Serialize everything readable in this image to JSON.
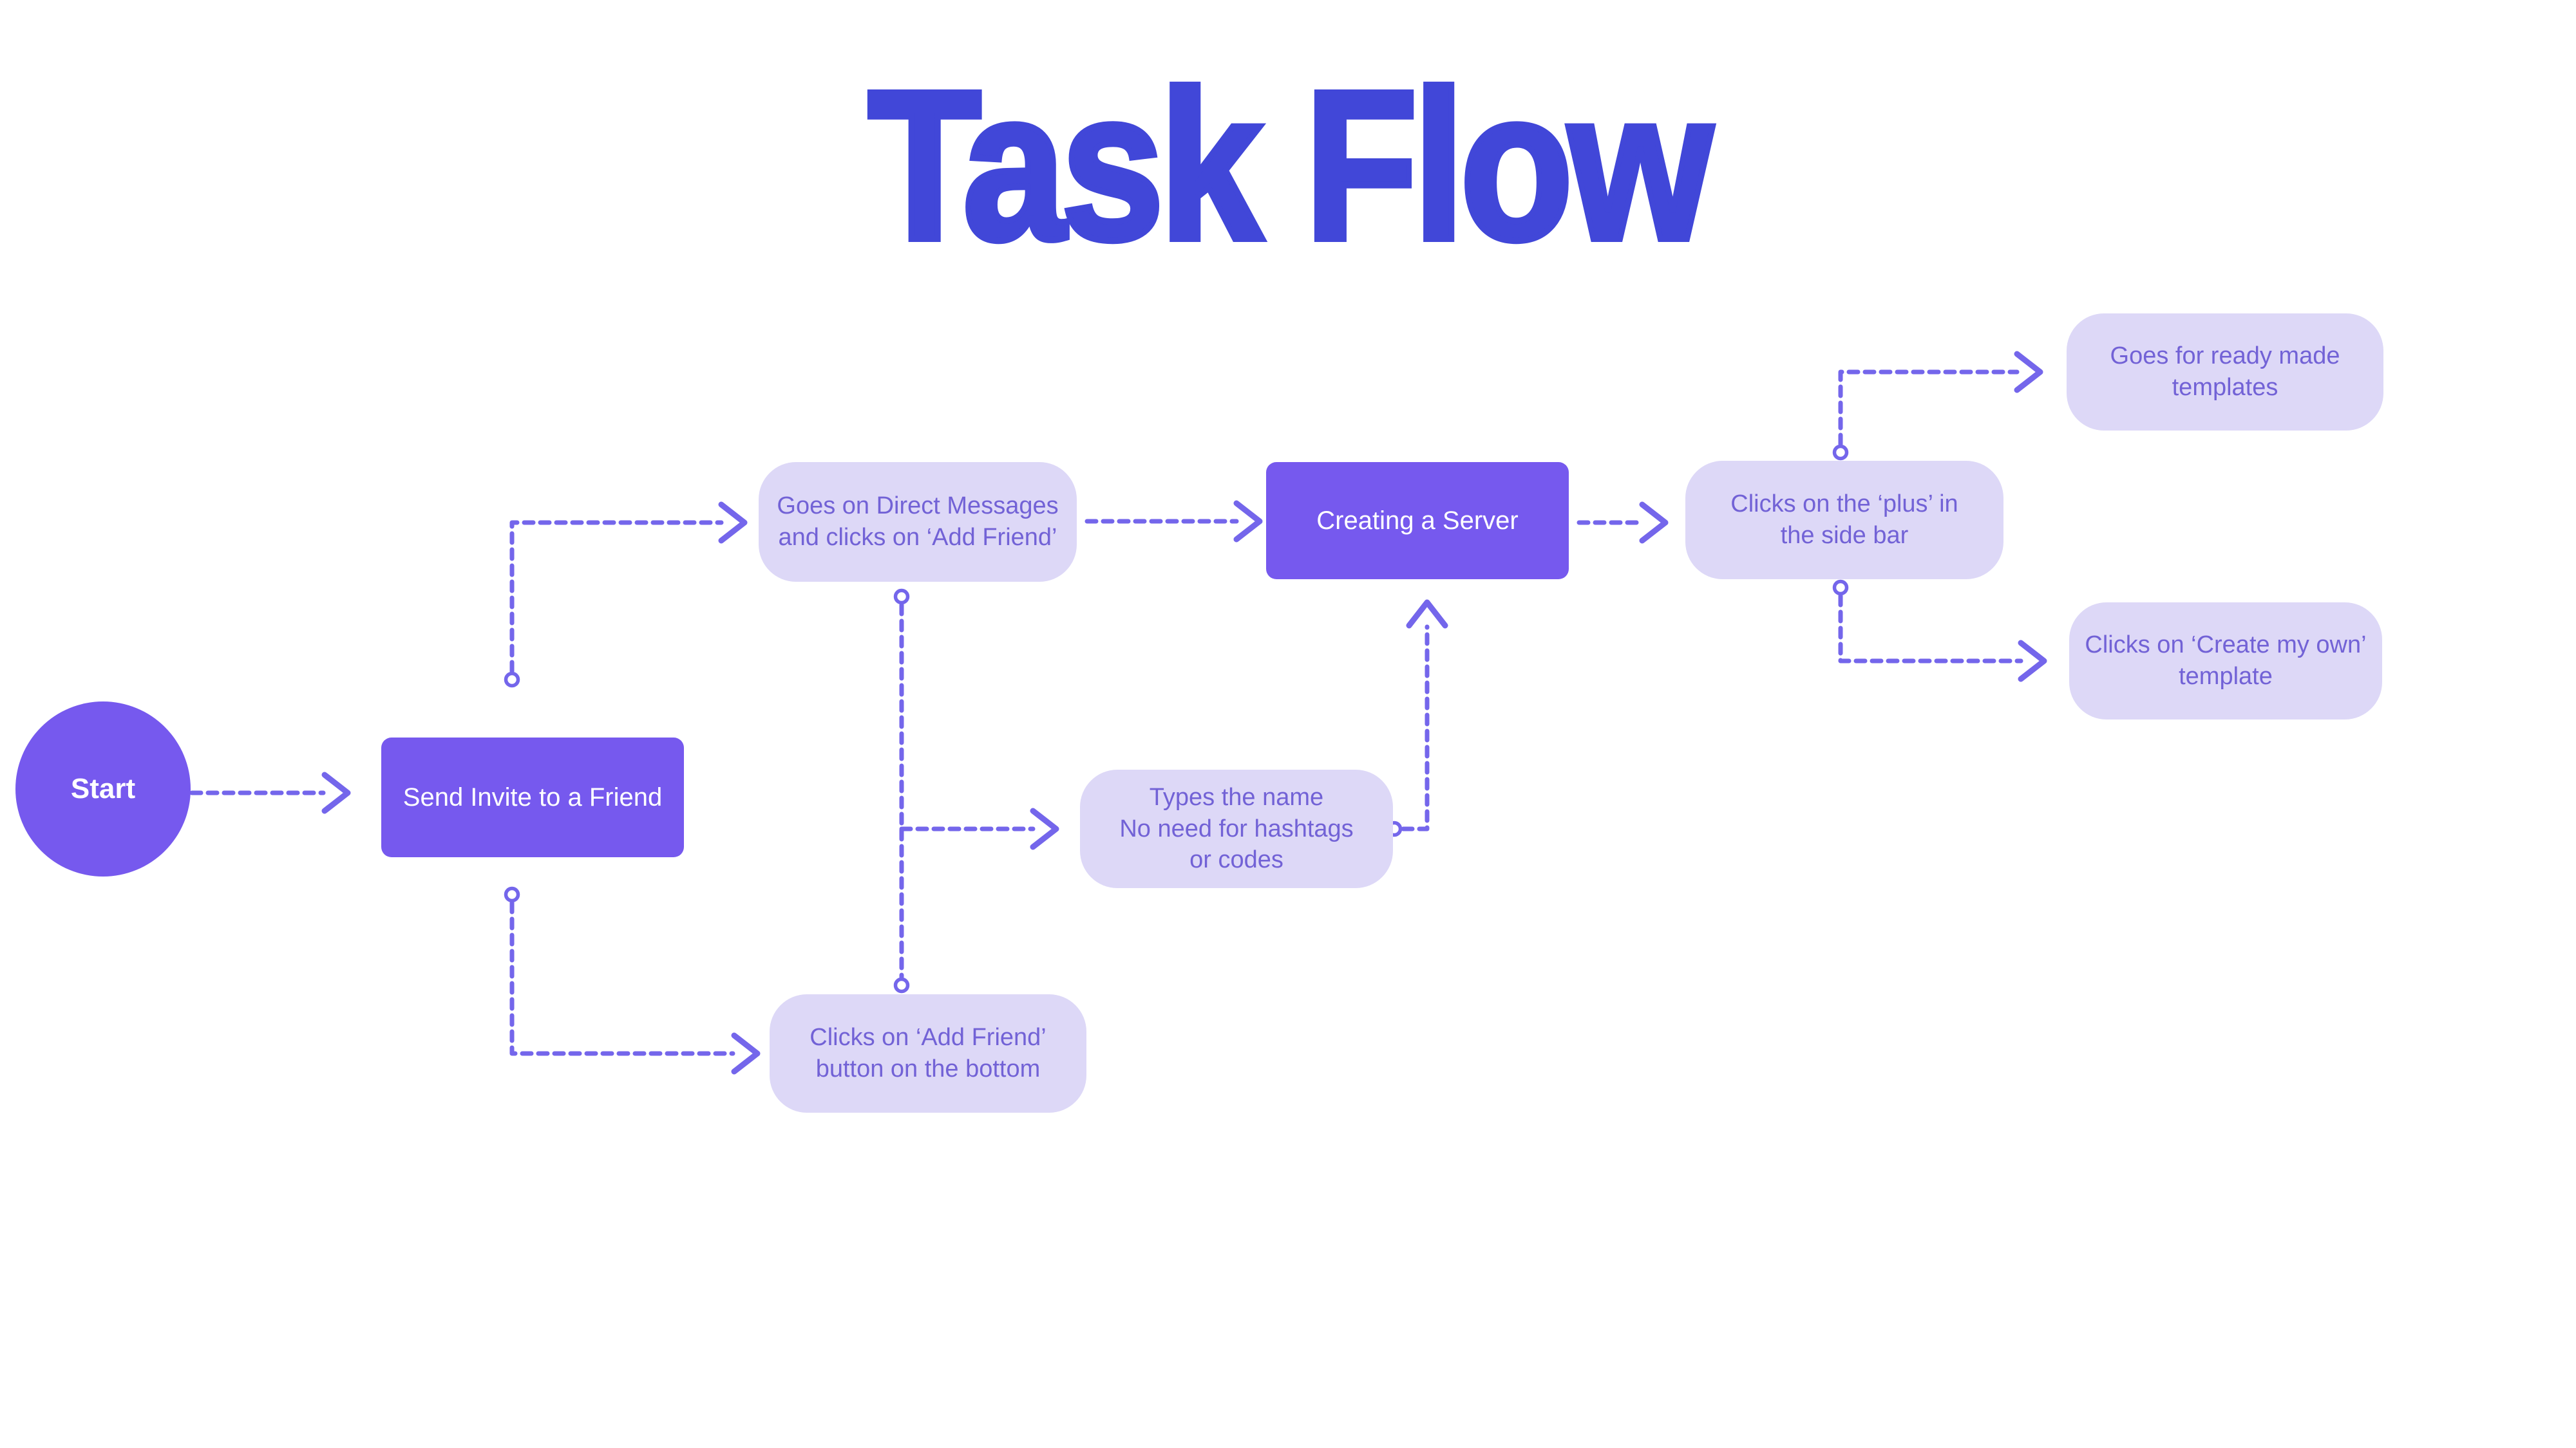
{
  "title": "Task Flow",
  "colors": {
    "canvas_bg": "#ffffff",
    "title_color": "#4147d8",
    "node_fill": "#7659ee",
    "node_fill_text": "#ffffff",
    "node_light": "#ddd8f7",
    "node_light_text": "#7262d6",
    "connector": "#7466eb"
  },
  "nodes": {
    "start": {
      "label": "Start",
      "style": "filled-circle"
    },
    "send_invite": {
      "label": "Send Invite to a Friend",
      "style": "filled"
    },
    "goes_dm": {
      "label": "Goes on Direct Messages\nand clicks on ‘Add Friend’",
      "style": "light"
    },
    "creating_server": {
      "label": "Creating a Server",
      "style": "filled"
    },
    "clicks_plus": {
      "label": "Clicks on the ‘plus’ in\nthe side bar",
      "style": "light"
    },
    "ready_templates": {
      "label": "Goes for ready made\ntemplates",
      "style": "light"
    },
    "create_own": {
      "label": "Clicks on ‘Create my own’\ntemplate",
      "style": "light"
    },
    "types_name": {
      "label": "Types the name\nNo need for hashtags\nor codes",
      "style": "light"
    },
    "add_friend": {
      "label": "Clicks on ‘Add Friend’\nbutton on the bottom",
      "style": "light"
    }
  }
}
